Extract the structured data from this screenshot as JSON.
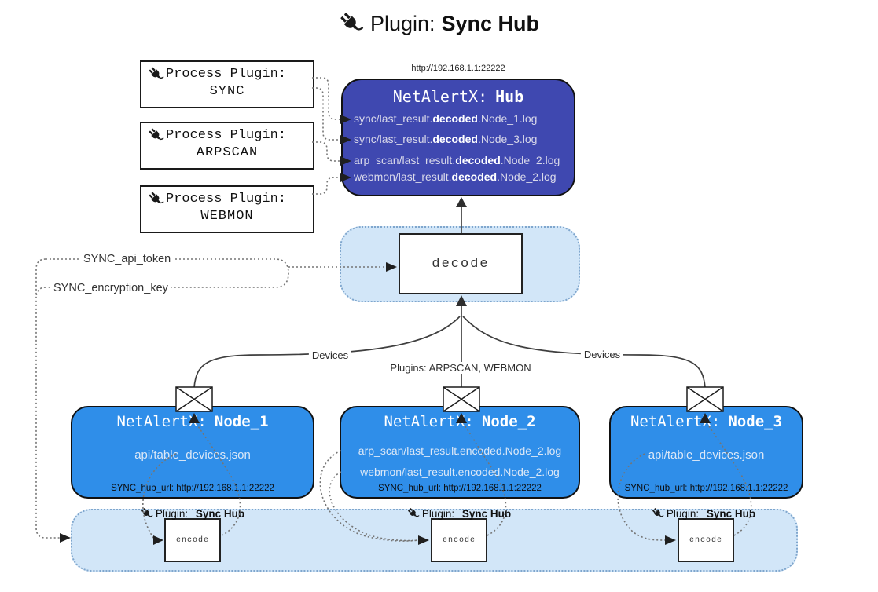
{
  "title": {
    "prefix": "Plugin:",
    "name": "Sync Hub"
  },
  "process_plugins": [
    {
      "label": "Process Plugin:",
      "name": "SYNC"
    },
    {
      "label": "Process Plugin:",
      "name": "ARPSCAN"
    },
    {
      "label": "Process Plugin:",
      "name": "WEBMON"
    }
  ],
  "hub": {
    "url": "http://192.168.1.1:22222",
    "title_prefix": "NetAlertX:",
    "title_name": "Hub",
    "lines": [
      {
        "pre": "sync/last_result.",
        "bold": "decoded",
        "post": ".Node_1.log"
      },
      {
        "pre": "sync/last_result.",
        "bold": "decoded",
        "post": ".Node_3.log"
      },
      {
        "pre": "arp_scan/last_result.",
        "bold": "decoded",
        "post": ".Node_2.log"
      },
      {
        "pre": "webmon/last_result.",
        "bold": "decoded",
        "post": ".Node_2.log"
      }
    ]
  },
  "decode": {
    "label": "decode"
  },
  "secrets": {
    "api_token": "SYNC_api_token",
    "encryption_key": "SYNC_encryption_key"
  },
  "edges": {
    "left": "Devices",
    "center": "Plugins: ARPSCAN, WEBMON",
    "right": "Devices"
  },
  "nodes": [
    {
      "title_prefix": "NetAlertX:",
      "title_name": "Node_1",
      "files": [
        "api/table_devices.json"
      ],
      "hub_url": "SYNC_hub_url: http://192.168.1.1:22222"
    },
    {
      "title_prefix": "NetAlertX:",
      "title_name": "Node_2",
      "files": [
        "arp_scan/last_result.encoded.Node_2.log",
        "webmon/last_result.encoded.Node_2.log"
      ],
      "hub_url": "SYNC_hub_url: http://192.168.1.1:22222"
    },
    {
      "title_prefix": "NetAlertX:",
      "title_name": "Node_3",
      "files": [
        "api/table_devices.json"
      ],
      "hub_url": "SYNC_hub_url: http://192.168.1.1:22222"
    }
  ],
  "encoders": [
    {
      "plugin_prefix": "Plugin:",
      "plugin_name": "Sync Hub",
      "box_label": "encode"
    },
    {
      "plugin_prefix": "Plugin:",
      "plugin_name": "Sync Hub",
      "box_label": "encode"
    },
    {
      "plugin_prefix": "Plugin:",
      "plugin_name": "Sync Hub",
      "box_label": "encode"
    }
  ],
  "colors": {
    "hub_bg": "#3f48b0",
    "node_bg": "#2f8ee9",
    "zone_bg": "#d2e6f8",
    "zone_border": "#7fa6cd"
  }
}
